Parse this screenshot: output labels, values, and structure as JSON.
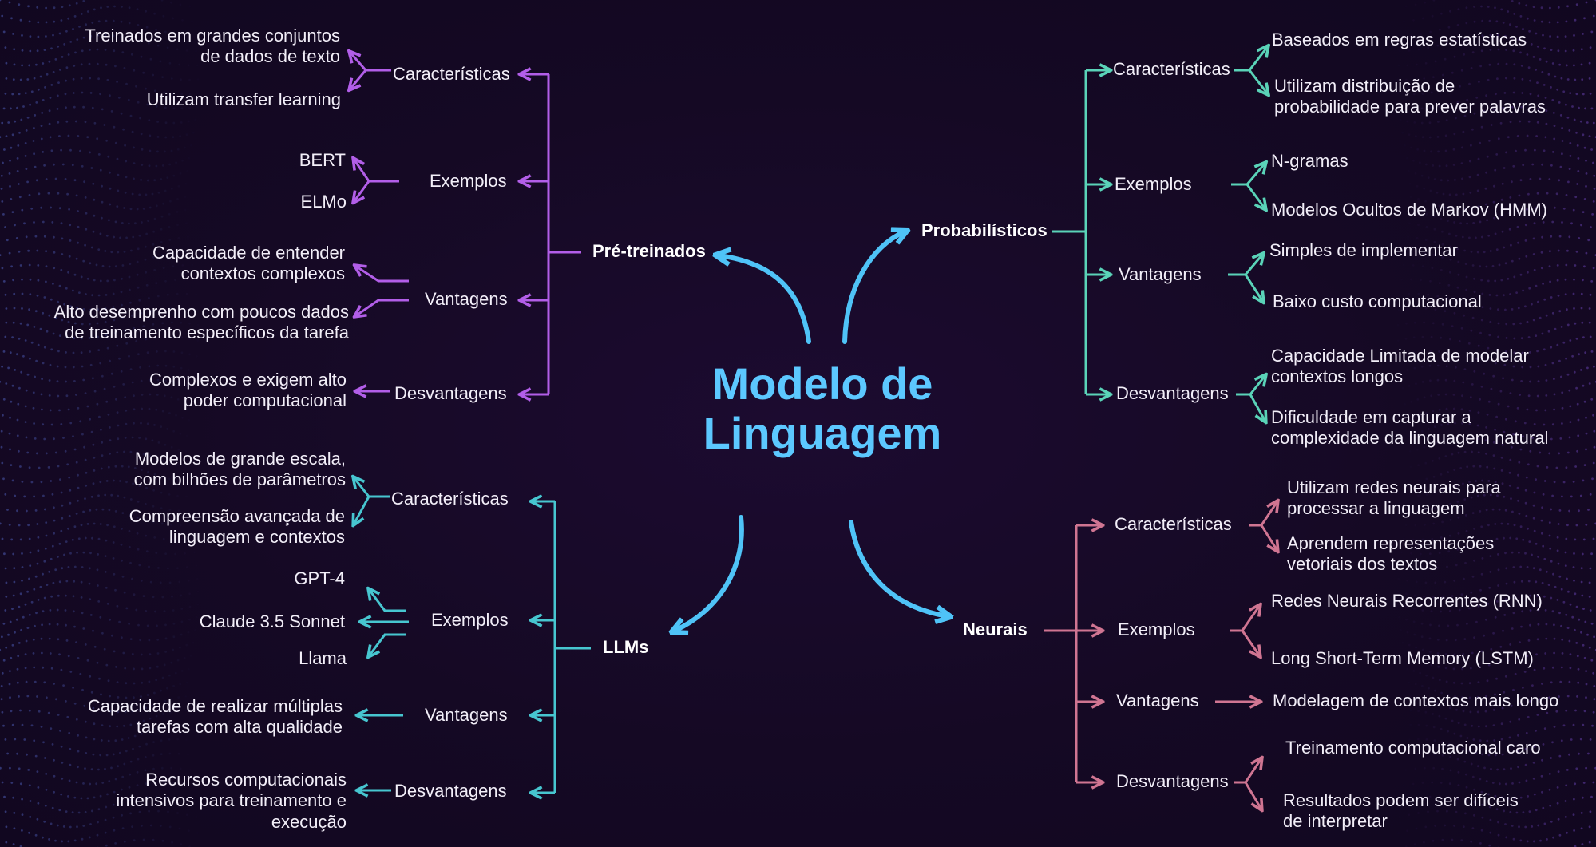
{
  "title": "Modelo de\nLinguagem",
  "colors": {
    "pretreinados": "#b25ee8",
    "llms": "#47c6d0",
    "probabilisticos": "#5ad3b8",
    "neurais": "#d07592",
    "center_arrows": "#4fc3f7",
    "title": "#5cc8ff"
  },
  "branches": {
    "pretreinados": {
      "label": "Pré-treinados",
      "caracteristicas": {
        "label": "Características",
        "items": [
          "Treinados em grandes conjuntos\nde dados de texto",
          "Utilizam transfer learning"
        ]
      },
      "exemplos": {
        "label": "Exemplos",
        "items": [
          "BERT",
          "ELMo"
        ]
      },
      "vantagens": {
        "label": "Vantagens",
        "items": [
          "Capacidade de entender\ncontextos complexos",
          "Alto desemprenho com poucos dados\nde treinamento específicos da tarefa"
        ]
      },
      "desvantagens": {
        "label": "Desvantagens",
        "items": [
          "Complexos e exigem alto\npoder computacional"
        ]
      }
    },
    "llms": {
      "label": "LLMs",
      "caracteristicas": {
        "label": "Características",
        "items": [
          "Modelos de grande escala,\ncom bilhões de parâmetros",
          "Compreensão avançada de\nlinguagem e contextos"
        ]
      },
      "exemplos": {
        "label": "Exemplos",
        "items": [
          "GPT-4",
          "Claude 3.5 Sonnet",
          "Llama"
        ]
      },
      "vantagens": {
        "label": "Vantagens",
        "items": [
          "Capacidade de realizar múltiplas\ntarefas com alta qualidade"
        ]
      },
      "desvantagens": {
        "label": "Desvantagens",
        "items": [
          "Recursos computacionais\nintensivos para treinamento e\nexecução"
        ]
      }
    },
    "probabilisticos": {
      "label": "Probabilísticos",
      "caracteristicas": {
        "label": "Características",
        "items": [
          "Baseados em regras estatísticas",
          "Utilizam distribuição de\nprobabilidade para prever palavras"
        ]
      },
      "exemplos": {
        "label": "Exemplos",
        "items": [
          "N-gramas",
          "Modelos Ocultos de Markov (HMM)"
        ]
      },
      "vantagens": {
        "label": "Vantagens",
        "items": [
          "Simples de implementar",
          "Baixo custo computacional"
        ]
      },
      "desvantagens": {
        "label": "Desvantagens",
        "items": [
          "Capacidade Limitada de modelar\ncontextos longos",
          "Dificuldade em capturar a\ncomplexidade da linguagem natural"
        ]
      }
    },
    "neurais": {
      "label": "Neurais",
      "caracteristicas": {
        "label": "Características",
        "items": [
          "Utilizam redes neurais para\nprocessar a linguagem",
          "Aprendem representações\nvetoriais dos textos"
        ]
      },
      "exemplos": {
        "label": "Exemplos",
        "items": [
          "Redes Neurais Recorrentes (RNN)",
          "Long Short-Term Memory (LSTM)"
        ]
      },
      "vantagens": {
        "label": "Vantagens",
        "items": [
          "Modelagem de contextos mais longo"
        ]
      },
      "desvantagens": {
        "label": "Desvantagens",
        "items": [
          "Treinamento computacional caro",
          "Resultados podem ser difíceis\nde interpretar"
        ]
      }
    }
  }
}
